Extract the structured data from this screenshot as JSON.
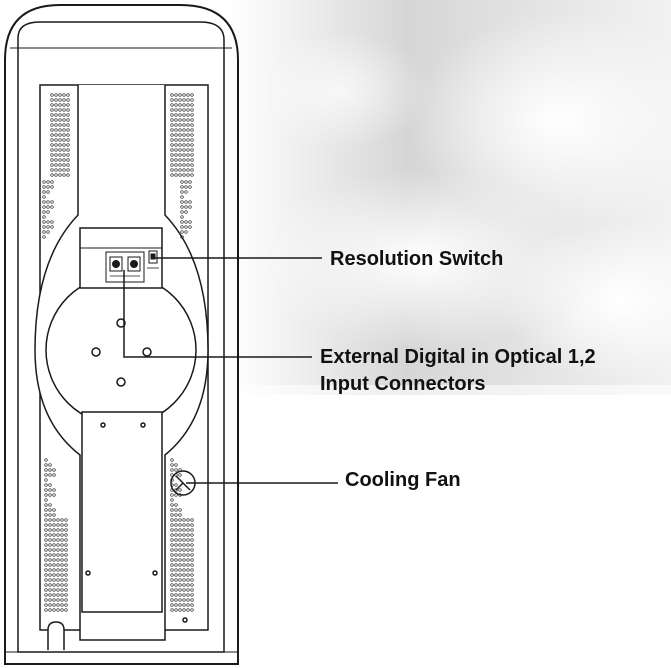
{
  "callouts": {
    "resolution_switch": "Resolution Switch",
    "external_digital_line1": "External Digital in Optical 1,2",
    "external_digital_line2": "Input Connectors",
    "cooling_fan": "Cooling Fan"
  },
  "colors": {
    "outline": "#1a1a1a",
    "panel_fill": "#ffffff",
    "sky_cloud": "#d8d8d8",
    "vent_hole": "#2a2a2a"
  }
}
